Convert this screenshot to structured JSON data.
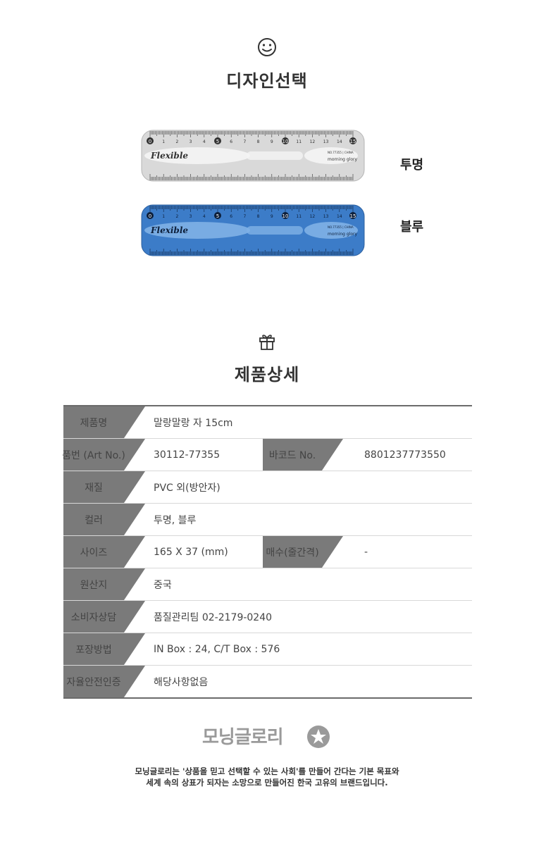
{
  "design": {
    "icon": "smiley-icon",
    "title": "디자인선택",
    "ruler_brand": "Flexible",
    "ruler_code": "NO.77355 | CHINA",
    "ruler_maker": "morning glory",
    "ruler_top_numbers": [
      "0",
      "1",
      "2",
      "3",
      "4",
      "5",
      "6",
      "7",
      "8",
      "9",
      "10",
      "11",
      "12",
      "13",
      "14",
      "15"
    ],
    "variants": [
      {
        "label": "투명",
        "color": "#d9d9d9",
        "accent": "#f4f4f4"
      },
      {
        "label": "블루",
        "color": "#3c7cc8",
        "accent": "#7fb1e6"
      }
    ]
  },
  "details": {
    "icon": "gift-icon",
    "title": "제품상세",
    "header_color": "#7a7a7a",
    "rows": [
      {
        "h1": "제품명",
        "v1": "말랑말랑 자 15cm",
        "h2": "",
        "v2": ""
      },
      {
        "h1": "품번 (Art No.)",
        "v1": "30112-77355",
        "h2": "바코드 No.",
        "v2": "8801237773550"
      },
      {
        "h1": "재질",
        "v1": "PVC 외(방안자)",
        "h2": "",
        "v2": ""
      },
      {
        "h1": "컬러",
        "v1": "투명, 블루",
        "h2": "",
        "v2": ""
      },
      {
        "h1": "사이즈",
        "v1": "165 X 37 (mm)",
        "h2": "매수(줄간격)",
        "v2": "-"
      },
      {
        "h1": "원산지",
        "v1": "중국",
        "h2": "",
        "v2": ""
      },
      {
        "h1": "소비자상담",
        "v1": "품질관리팀 02-2179-0240",
        "h2": "",
        "v2": ""
      },
      {
        "h1": "포장방법",
        "v1": "IN Box : 24, C/T Box : 576",
        "h2": "",
        "v2": ""
      },
      {
        "h1": "자율안전인증",
        "v1": "해당사항없음",
        "h2": "",
        "v2": ""
      }
    ]
  },
  "brand": {
    "logo_text": "모닝글로리",
    "tagline_line1": "모닝글로리는 '상품을 믿고 선택할 수 있는 사회'를 만들어 간다는 기본 목표와",
    "tagline_line2": "세계 속의 상표가 되자는 소망으로 만들어진 한국 고유의 브랜드입니다."
  }
}
